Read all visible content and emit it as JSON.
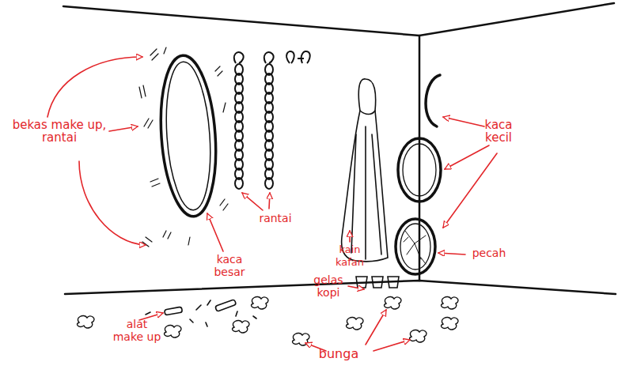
{
  "diagram": {
    "labels": [
      "bekas make up, rantai",
      "rantai",
      "kaca besar",
      "kain kafan",
      "kaca kecil",
      "pecah",
      "gelas kopi",
      "alat make up",
      "bunga"
    ]
  }
}
